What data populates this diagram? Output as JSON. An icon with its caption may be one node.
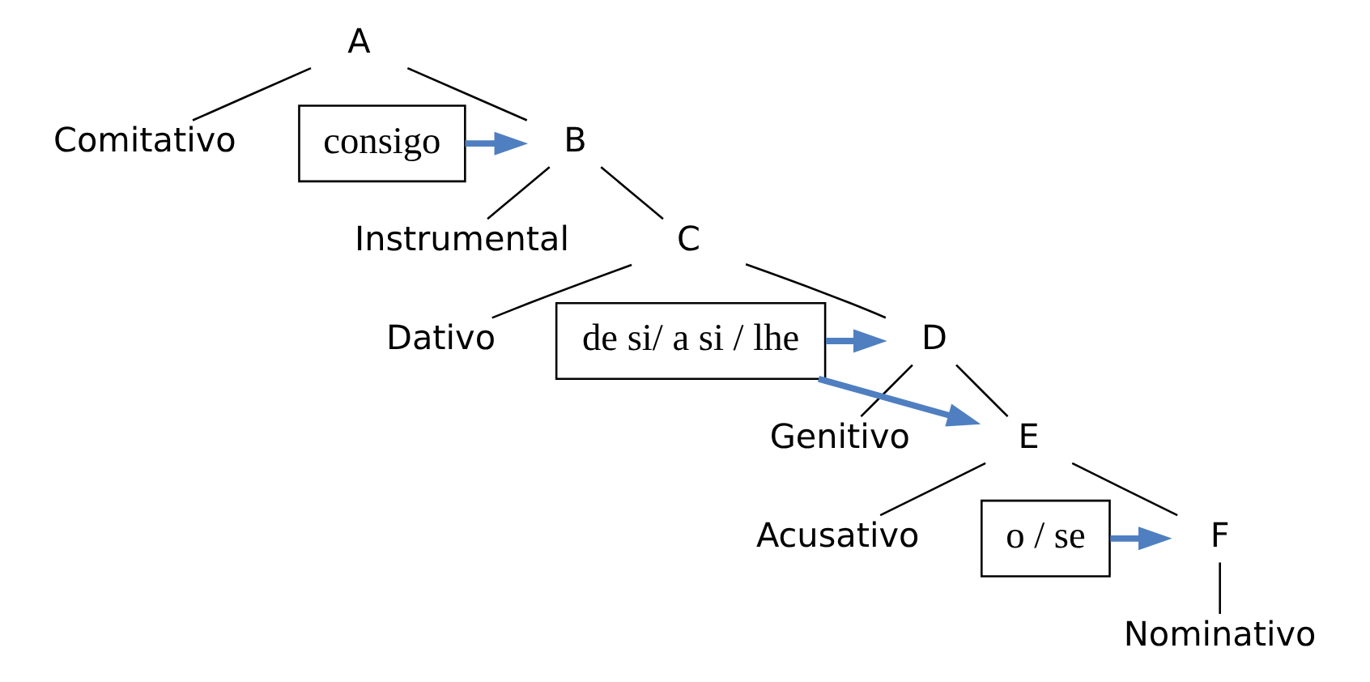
{
  "diagram": {
    "nodes": [
      {
        "text": [
          "A"
        ]
      },
      {
        "text": [
          "Comitativo"
        ]
      },
      {
        "text": [
          "B"
        ]
      },
      {
        "text": [
          "Instrumental"
        ]
      },
      {
        "text": [
          "C"
        ]
      },
      {
        "text": [
          "Dativo"
        ]
      },
      {
        "text": [
          "D"
        ]
      },
      {
        "text": [
          "Genitivo"
        ]
      },
      {
        "text": [
          "E"
        ]
      },
      {
        "text": [
          "Acusativo"
        ]
      },
      {
        "text": [
          "F"
        ]
      },
      {
        "text": [
          "Nominativo"
        ]
      },
      {
        "text": [
          "consigo"
        ]
      },
      {
        "text": [
          "de si/ a si / lhe"
        ]
      },
      {
        "text": [
          "o / se"
        ]
      }
    ],
    "edges": [
      {
        "from": 0,
        "to": 1,
        "arrow": "none"
      },
      {
        "from": 0,
        "to": 2,
        "arrow": "none"
      },
      {
        "from": 2,
        "to": 3,
        "arrow": "none"
      },
      {
        "from": 2,
        "to": 4,
        "arrow": "none"
      },
      {
        "from": 4,
        "to": 5,
        "arrow": "none"
      },
      {
        "from": 4,
        "to": 6,
        "arrow": "none"
      },
      {
        "from": 6,
        "to": 7,
        "arrow": "none"
      },
      {
        "from": 6,
        "to": 8,
        "arrow": "none"
      },
      {
        "from": 8,
        "to": 9,
        "arrow": "none"
      },
      {
        "from": 8,
        "to": 10,
        "arrow": "none"
      },
      {
        "from": 10,
        "to": 11,
        "arrow": "none"
      },
      {
        "from": 12,
        "to": 2,
        "arrow": "to",
        "style": "thick",
        "color": "#4f7fc0"
      },
      {
        "from": 13,
        "to": 6,
        "arrow": "to",
        "style": "thick",
        "color": "#4f7fc0"
      },
      {
        "from": 13,
        "to": 8,
        "arrow": "to",
        "style": "thick",
        "color": "#4f7fc0"
      },
      {
        "from": 14,
        "to": 10,
        "arrow": "to",
        "style": "thick",
        "color": "#4f7fc0"
      }
    ]
  }
}
